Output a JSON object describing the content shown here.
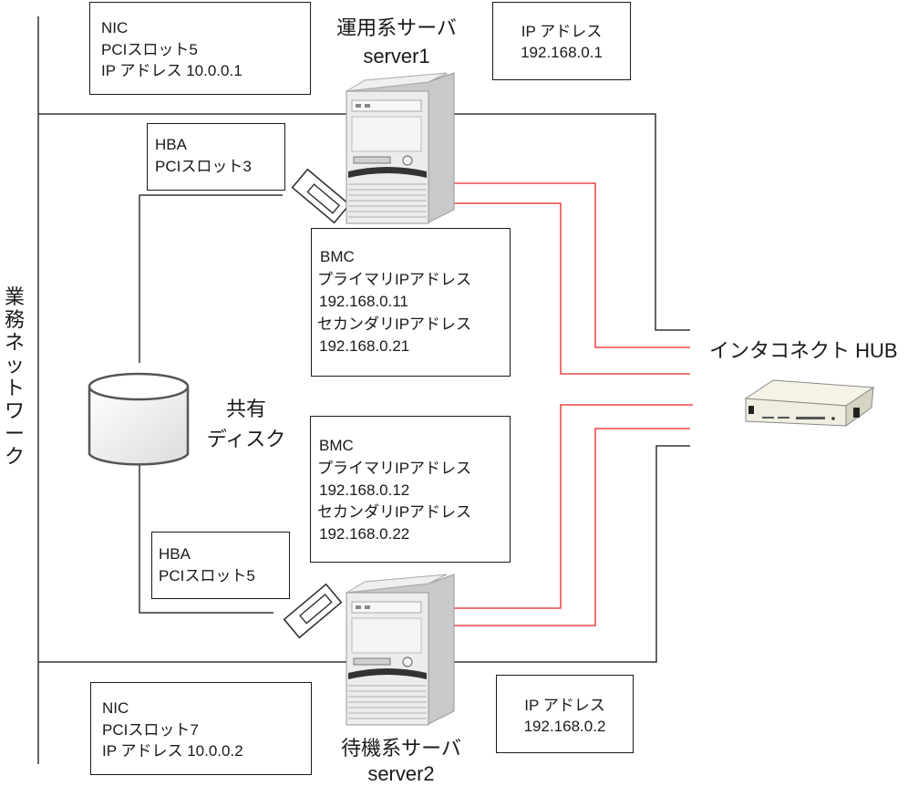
{
  "network": {
    "label_chars": [
      "業",
      "務",
      "ネ",
      "ッ",
      "ト",
      "ワ",
      "ー",
      "ク"
    ],
    "label": "業務ネットワーク"
  },
  "server1": {
    "title": "運用系サーバ",
    "hostname": "server1",
    "nic": {
      "line1": "NIC",
      "line2": "PCIスロット5",
      "line3": "IP アドレス 10.0.0.1"
    },
    "ip": {
      "line1": "IP アドレス",
      "line2": "192.168.0.1"
    },
    "hba": {
      "line1": "HBA",
      "line2": "PCIスロット3"
    },
    "bmc": {
      "line1": "BMC",
      "line2": "プライマリIPアドレス",
      "line3": "192.168.0.11",
      "line4": "セカンダリIPアドレス",
      "line5": "192.168.0.21"
    }
  },
  "server2": {
    "title": "待機系サーバ",
    "hostname": "server2",
    "nic": {
      "line1": "NIC",
      "line2": "PCIスロット7",
      "line3": "IP アドレス 10.0.0.2"
    },
    "ip": {
      "line1": "IP アドレス",
      "line2": "192.168.0.2"
    },
    "hba": {
      "line1": "HBA",
      "line2": "PCIスロット5"
    },
    "bmc": {
      "line1": "BMC",
      "line2": "プライマリIPアドレス",
      "line3": "192.168.0.12",
      "line4": "セカンダリIPアドレス",
      "line5": "192.168.0.22"
    }
  },
  "shared_disk": {
    "line1": "共有",
    "line2": "ディスク"
  },
  "hub": {
    "label": "インタコネクト HUB"
  },
  "colors": {
    "line": "#333333",
    "interconnect": "#ee2222"
  }
}
